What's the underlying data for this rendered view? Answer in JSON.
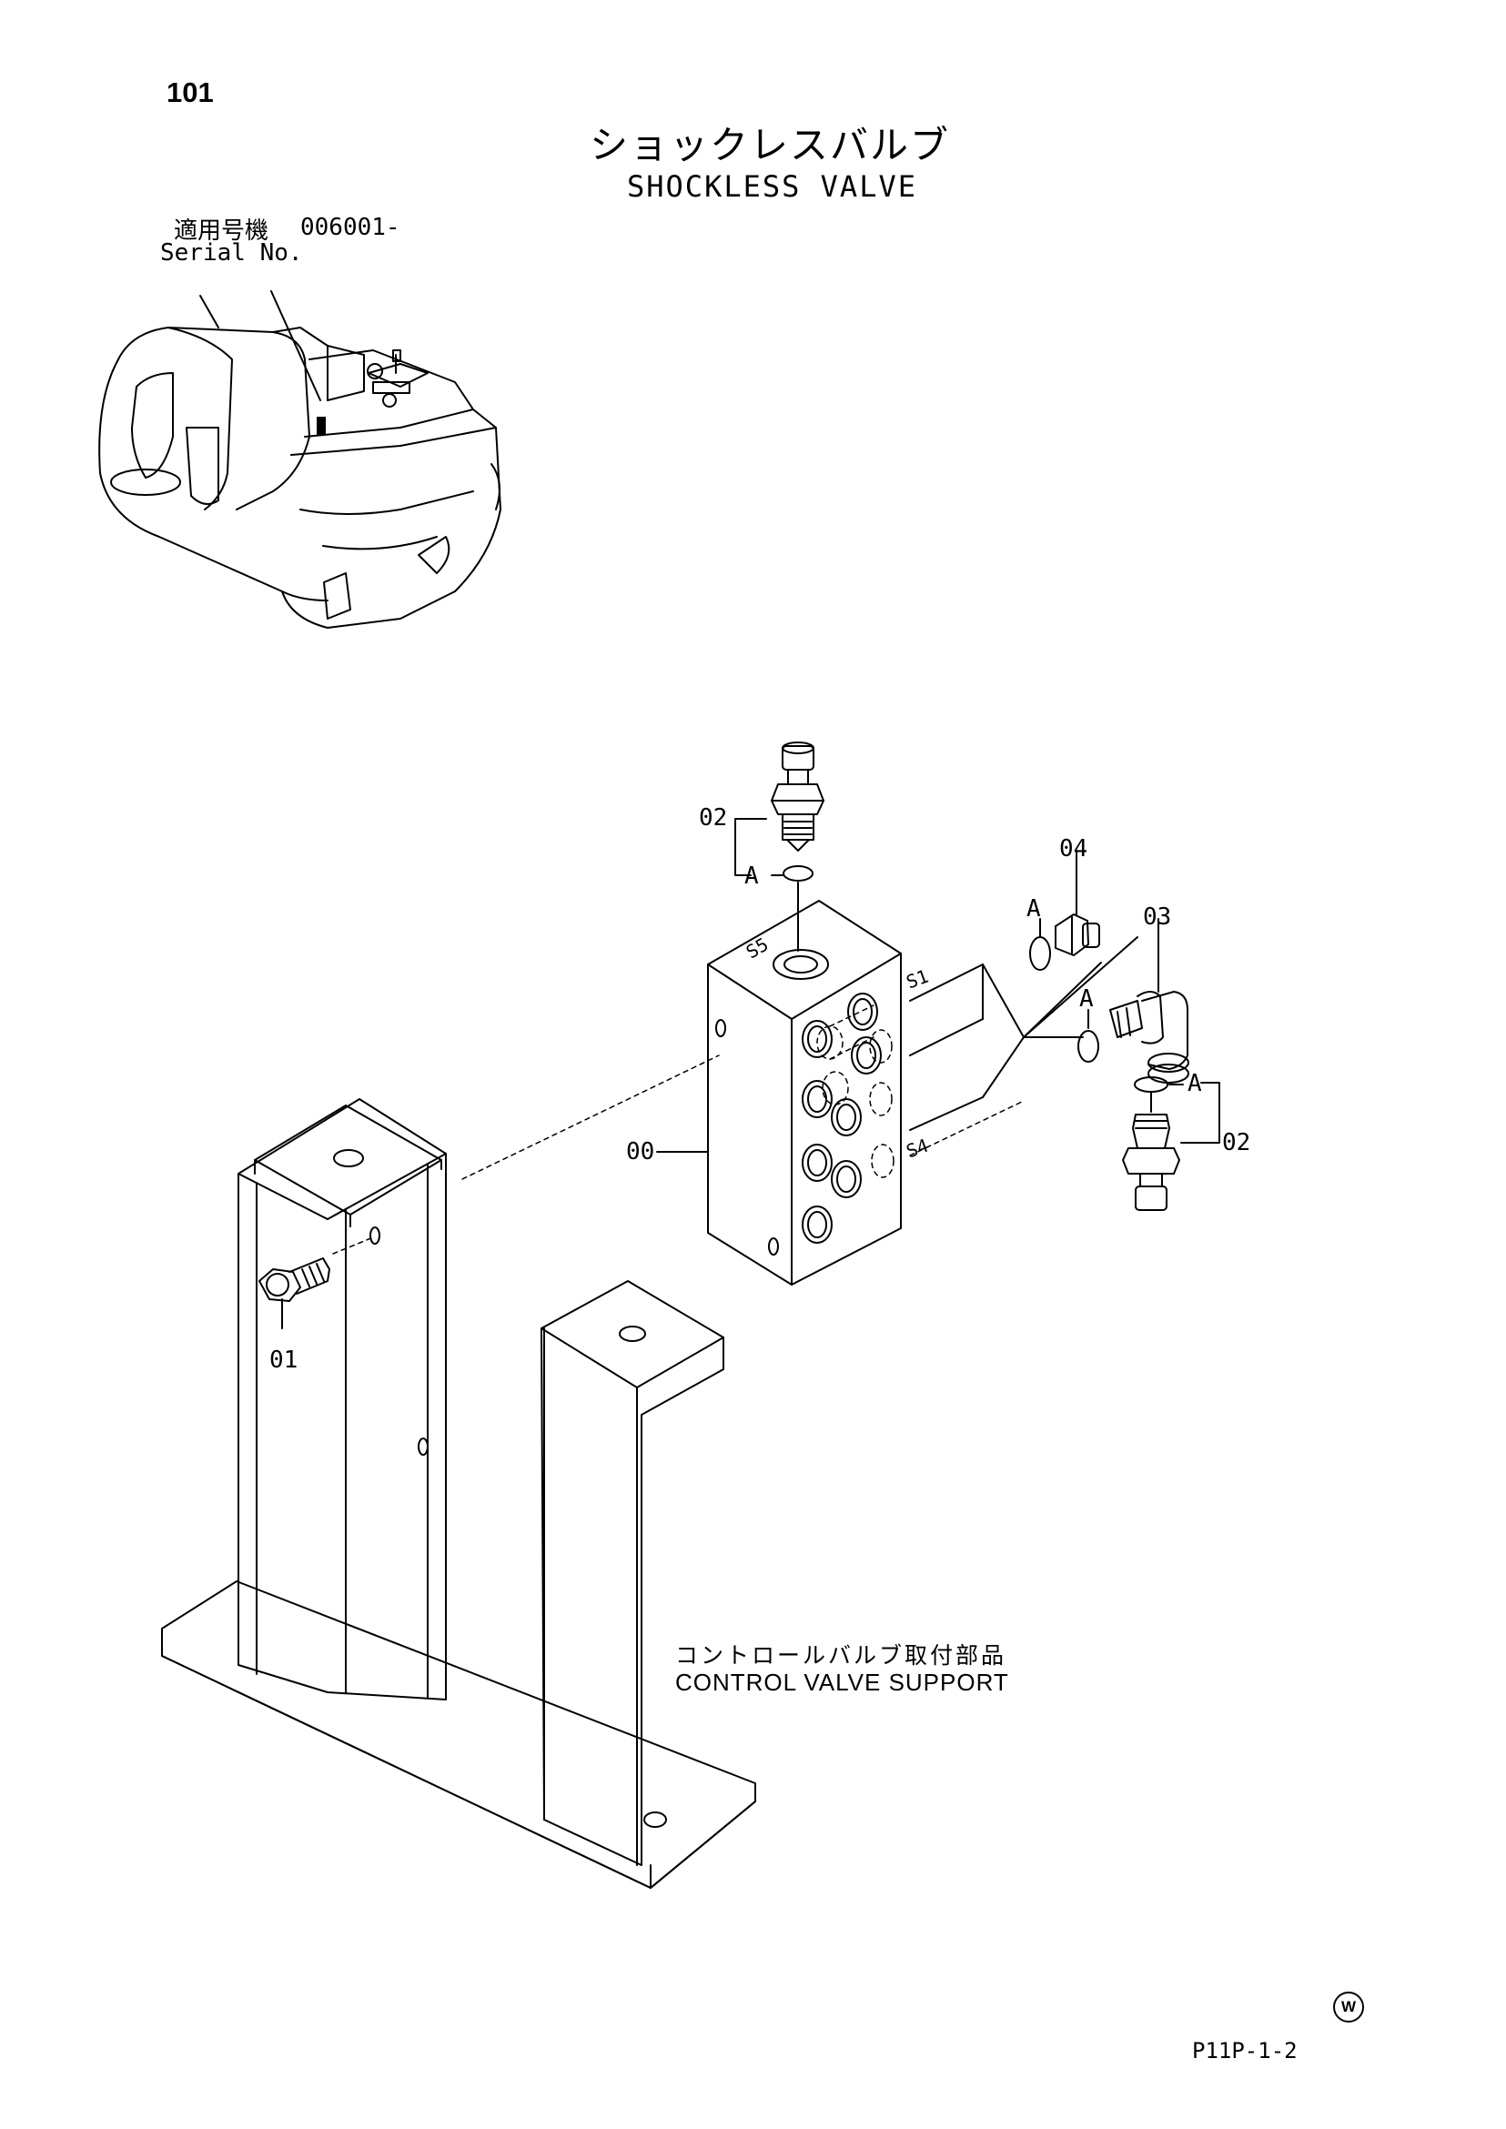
{
  "page_number": "101",
  "title_jp": "ショックレスバルブ",
  "title_en": "SHOCKLESS VALVE",
  "serial": {
    "label_jp": "適用号機",
    "value": "006001-",
    "label_en": "Serial No."
  },
  "parts": {
    "p00": "00",
    "p01": "01",
    "p02_top": "02",
    "p02_bottom": "02",
    "p03": "03",
    "p04": "04",
    "a1": "A",
    "a2": "A",
    "a3": "A",
    "a4": "A"
  },
  "ports": {
    "s5": "S5",
    "s1": "S1",
    "s4": "S4"
  },
  "support": {
    "jp": "コントロールバルブ取付部品",
    "en": "CONTROL VALVE SUPPORT"
  },
  "mark": "W",
  "drawing_code": "P11P-1-2"
}
